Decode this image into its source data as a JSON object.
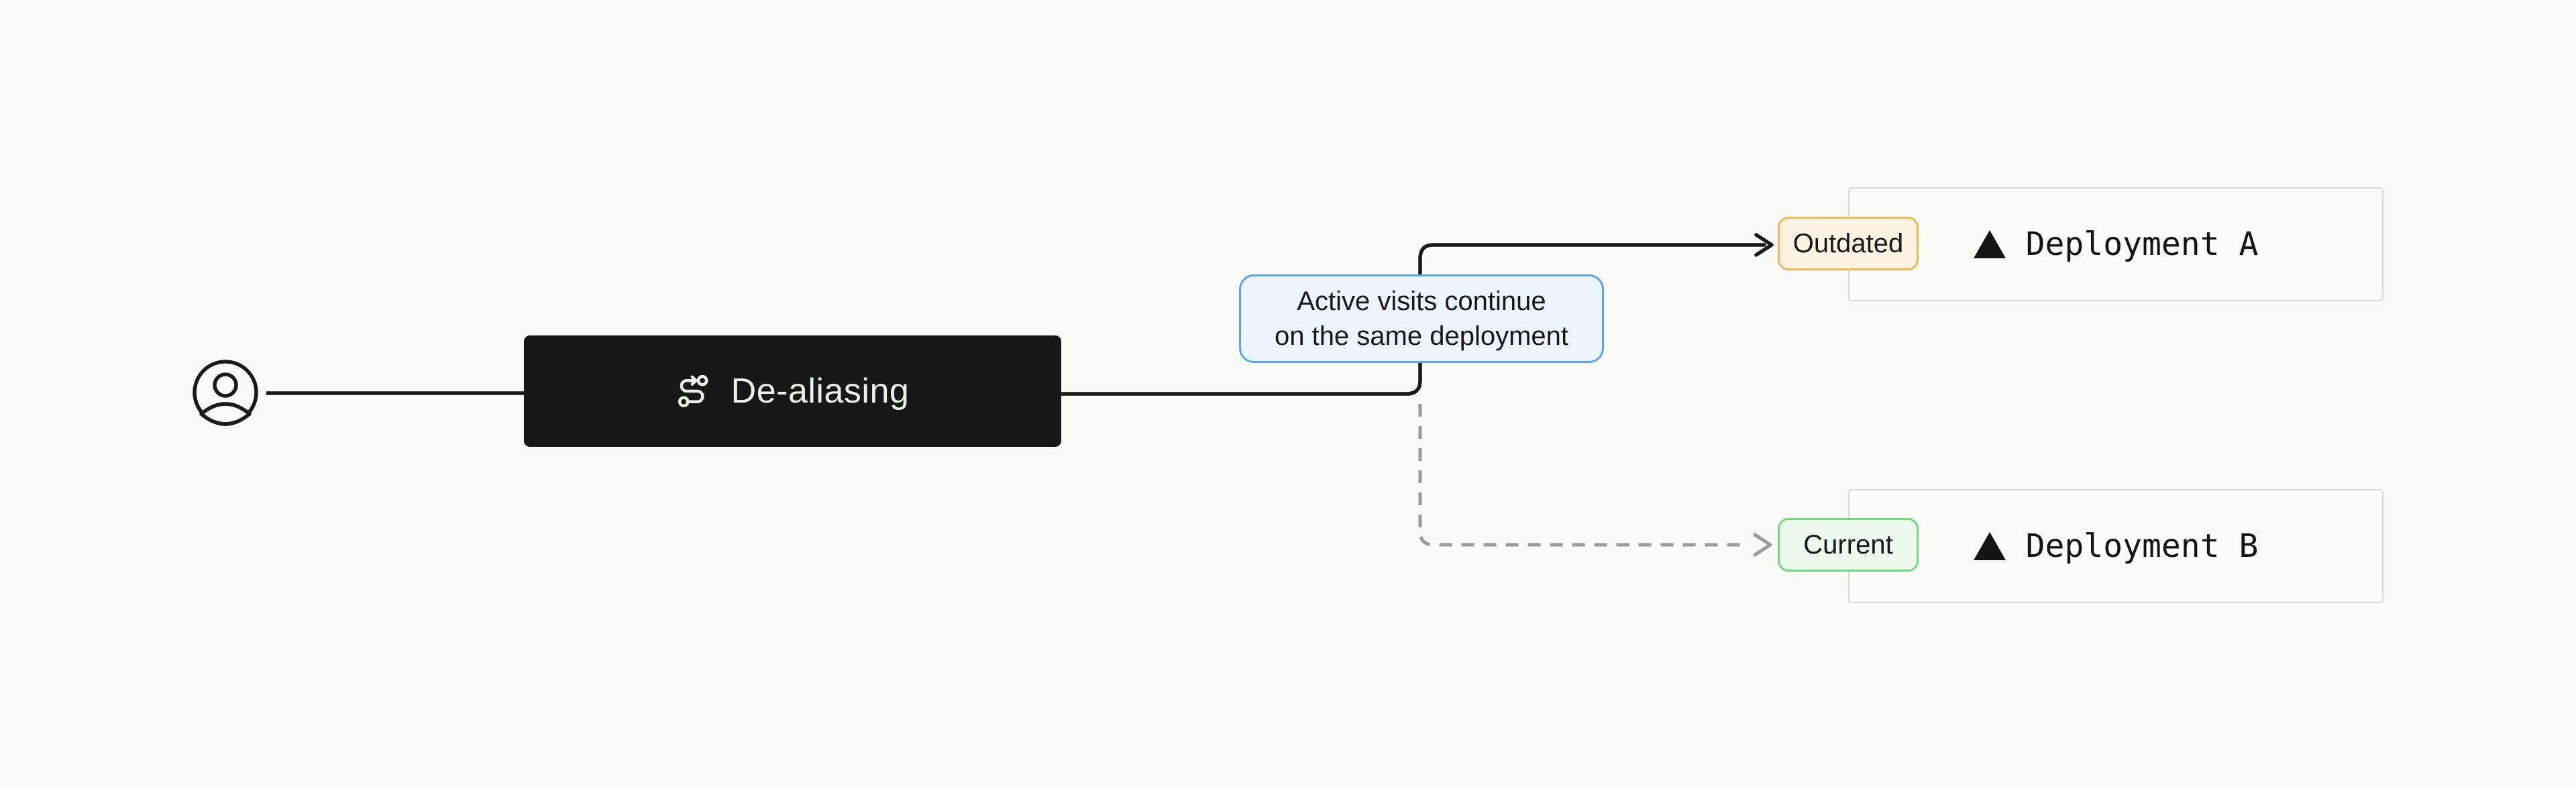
{
  "diagram": {
    "background": "#FAFAF8",
    "user": {
      "icon": "circle-user"
    },
    "process": {
      "icon": "route",
      "label": "De-aliasing",
      "bg": "#171717",
      "text_color": "#ECF2E8"
    },
    "annotation": {
      "line1": "Active visits continue",
      "line2": "on the same deployment",
      "bg": "#EDF4FD",
      "border_color": "#58A4EF",
      "text_color": "#17181A"
    },
    "connectors": {
      "solid_color": "#1A1A1A",
      "dashed_color": "#9B9B9B"
    },
    "branches": [
      {
        "connector": "solid",
        "badge": {
          "label": "Outdated",
          "bg": "#FCF3E3",
          "border_color": "#F2B75C"
        },
        "node": {
          "icon": "vercel-triangle",
          "label": "Deployment A",
          "bg": "#FBFBFA",
          "border_color": "#D9D9D7"
        }
      },
      {
        "connector": "dashed",
        "badge": {
          "label": "Current",
          "bg": "#EEF9EE",
          "border_color": "#70D97E"
        },
        "node": {
          "icon": "vercel-triangle",
          "label": "Deployment B",
          "bg": "#FBFBFA",
          "border_color": "#D9D9D7"
        }
      }
    ]
  }
}
